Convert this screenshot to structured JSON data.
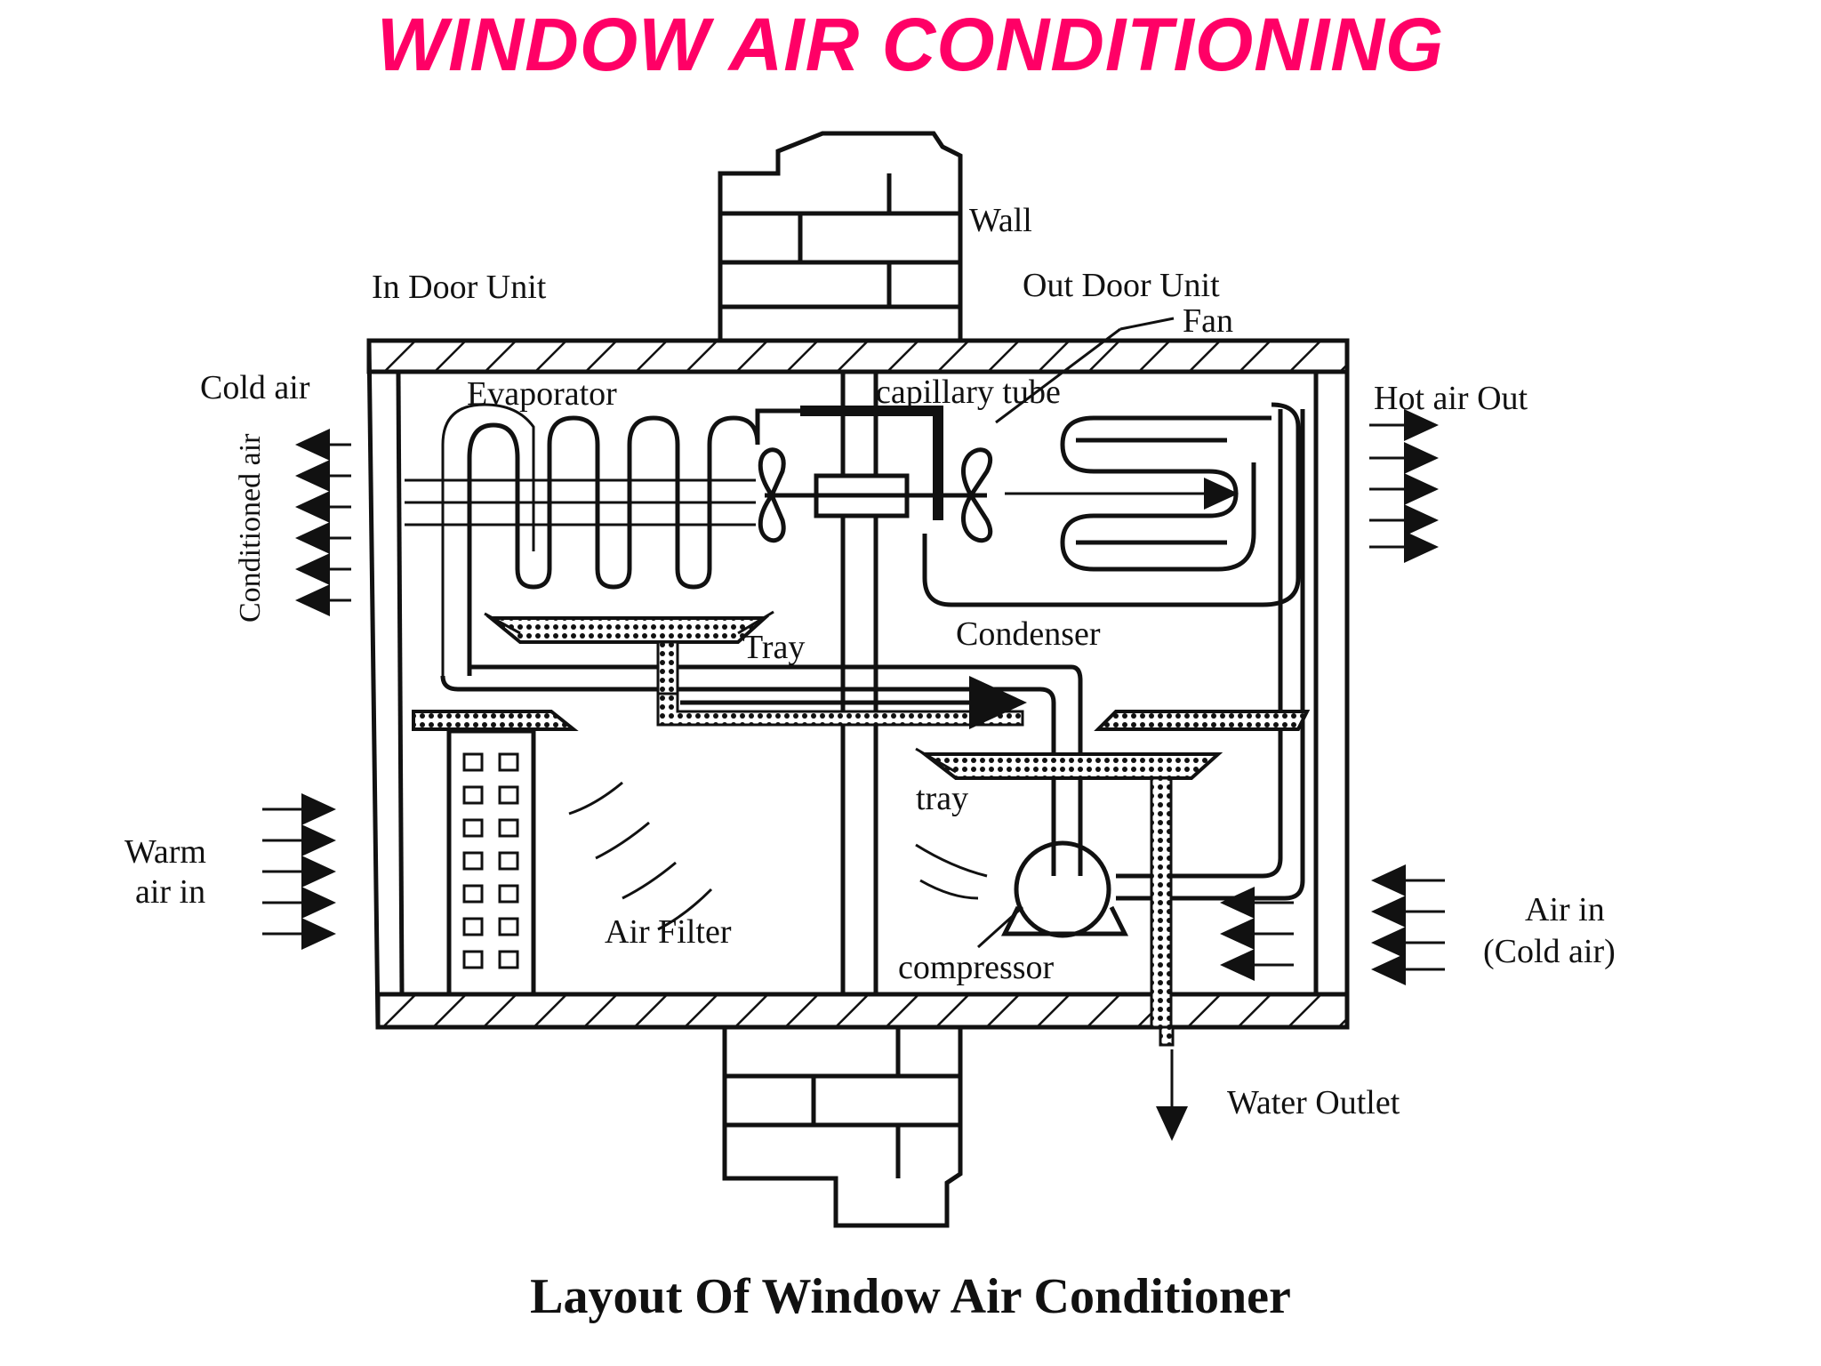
{
  "title": "WINDOW AIR CONDITIONING",
  "caption": "Layout Of Window Air Conditioner",
  "colors": {
    "title": "#ff0066",
    "ink": "#111111",
    "background": "#ffffff"
  },
  "labels": {
    "wall": "Wall",
    "indoor_unit": "In Door Unit",
    "outdoor_unit": "Out Door Unit",
    "fan": "Fan",
    "cold_air": "Cold air",
    "conditioned_air": "Conditioned air",
    "evaporator": "Evaporator",
    "capillary_tube": "capillary tube",
    "hot_air_out": "Hot air Out",
    "tray_upper": "Tray",
    "condenser": "Condenser",
    "tray_lower": "tray",
    "warm_air_in_1": "Warm",
    "warm_air_in_2": "air in",
    "air_filter": "Air Filter",
    "compressor": "compressor",
    "air_in_cold_1": "Air in",
    "air_in_cold_2": "(Cold air)",
    "water_outlet": "Water Outlet"
  }
}
